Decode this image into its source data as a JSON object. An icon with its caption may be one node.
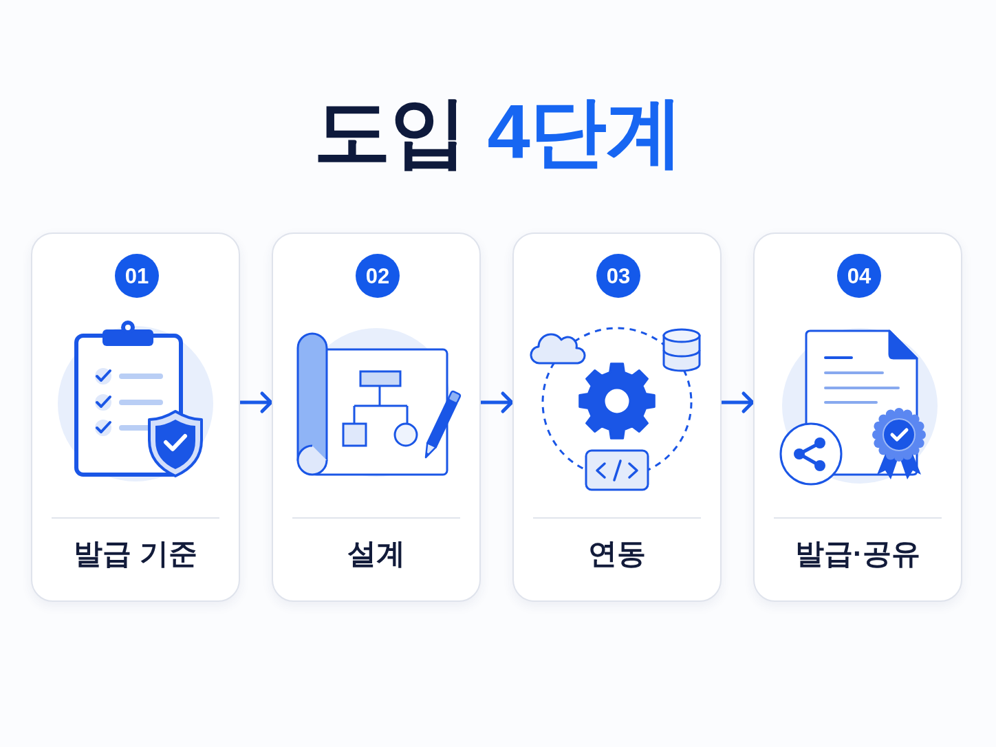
{
  "diagram": {
    "title": "도입 **4단계**",
    "nodes": [
      {
        "text": [
          "발급 기준"
        ]
      },
      {
        "text": [
          "01"
        ],
        "in": 0
      },
      {
        "text": [
          "설계"
        ]
      },
      {
        "text": [
          "02"
        ],
        "in": 2
      },
      {
        "text": [
          "연동"
        ]
      },
      {
        "text": [
          "03"
        ],
        "in": 4
      },
      {
        "text": [
          "발급·공유"
        ]
      },
      {
        "text": [
          "04"
        ],
        "in": 6
      }
    ],
    "edges": [
      {
        "from": 0,
        "to": 2,
        "arrow": "to"
      },
      {
        "from": 2,
        "to": 4,
        "arrow": "to"
      },
      {
        "from": 4,
        "to": 6,
        "arrow": "to"
      }
    ]
  }
}
